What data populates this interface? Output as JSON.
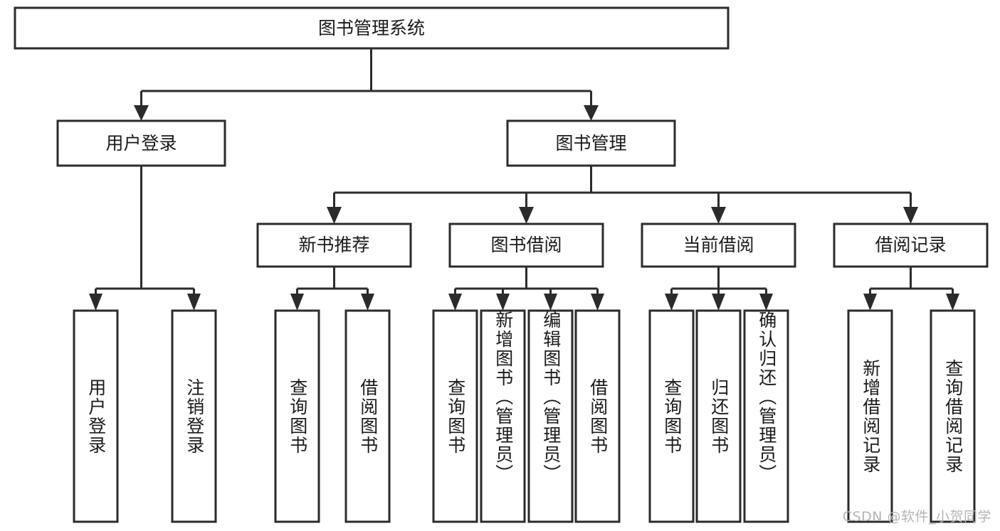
{
  "diagram": {
    "type": "tree",
    "title": "图书管理系统",
    "orientation": "top-down",
    "watermark": "CSDN @软件_小贺同学",
    "colors": {
      "box_stroke": "#2b2b2b",
      "box_fill": "#ffffff",
      "connector": "#2b2b2b",
      "text": "#1a1a1a",
      "watermark": "#b4b4b4",
      "background": "#ffffff"
    },
    "root": {
      "label": "图书管理系统"
    },
    "level2": [
      {
        "label": "用户登录"
      },
      {
        "label": "图书管理"
      }
    ],
    "level3": [
      {
        "label": "新书推荐"
      },
      {
        "label": "图书借阅"
      },
      {
        "label": "当前借阅"
      },
      {
        "label": "借阅记录"
      }
    ],
    "leaves": {
      "user_login": [
        {
          "label": "用户登录"
        },
        {
          "label": "注销登录"
        }
      ],
      "new_book_recommend": [
        {
          "label": "查询图书"
        },
        {
          "label": "借阅图书"
        }
      ],
      "book_borrow": [
        {
          "label": "查询图书"
        },
        {
          "label": "新增图书（管理员）"
        },
        {
          "label": "编辑图书（管理员）"
        },
        {
          "label": "借阅图书"
        }
      ],
      "current_borrow": [
        {
          "label": "查询图书"
        },
        {
          "label": "归还图书"
        },
        {
          "label": "确认归还（管理员）"
        }
      ],
      "borrow_record": [
        {
          "label": "新增借阅记录"
        },
        {
          "label": "查询借阅记录"
        }
      ]
    }
  }
}
